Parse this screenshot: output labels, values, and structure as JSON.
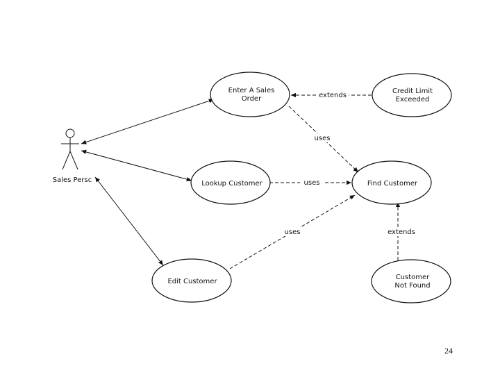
{
  "actor": {
    "label": "Sales Persc"
  },
  "use_cases": {
    "enter_sales_order": {
      "lines": [
        "Enter A Sales",
        "Order"
      ]
    },
    "credit_limit_exceeded": {
      "lines": [
        "Credit Limit",
        "Exceeded"
      ]
    },
    "lookup_customer": {
      "lines": [
        "Lookup Customer"
      ]
    },
    "find_customer": {
      "lines": [
        "Find Customer"
      ]
    },
    "edit_customer": {
      "lines": [
        "Edit Customer"
      ]
    },
    "customer_not_found": {
      "lines": [
        "Customer",
        "Not Found"
      ]
    }
  },
  "relationships": {
    "extends_credit": "extends",
    "uses_enter_find": "uses",
    "uses_lookup_find": "uses",
    "uses_edit_find": "uses",
    "extends_notfound": "extends"
  },
  "page_number": "24"
}
